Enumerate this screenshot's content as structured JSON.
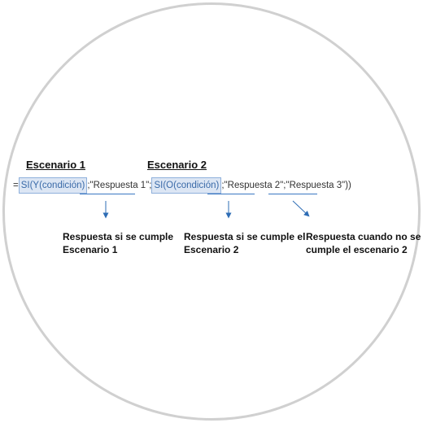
{
  "headings": {
    "scenario1": "Escenario 1",
    "scenario2": "Escenario 2"
  },
  "formula": {
    "equals": "=",
    "part1": "SI(Y(condición)",
    "part2": ";\"Respuesta 1\";",
    "part3": "SI(O(condición)",
    "part4": ";\"Respuesta 2\";\"Respuesta 3\"))"
  },
  "labels": {
    "answer1_line1": "Respuesta si se cumple",
    "answer1_line2": "Escenario 1",
    "answer2_line1": "Respuesta si se cumple el",
    "answer2_line2": "Escenario 2",
    "answer3_line1": "Respuesta cuando no se",
    "answer3_line2": "cumple el escenario 2"
  },
  "colors": {
    "arrow": "#2e6db5",
    "highlight_bg": "#dce6f4",
    "circle_border": "#d0d0d0"
  }
}
